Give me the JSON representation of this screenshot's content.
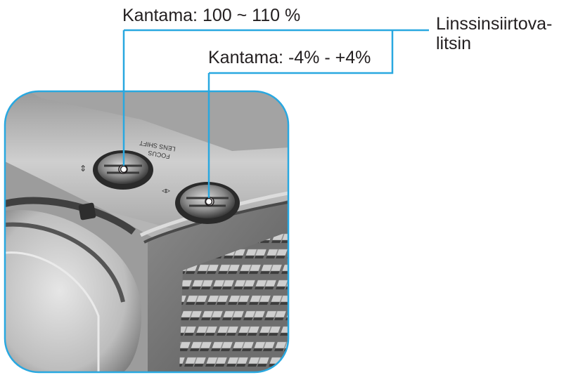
{
  "labels": {
    "zoom_range": "Kantama: 100 ~ 110 %",
    "shift_range": "Kantama: -4% - +4%",
    "lens_shift_line1": "Linssinsiirtova-",
    "lens_shift_line2": "litsin"
  },
  "printed_markings": {
    "focus": "FOCUS",
    "lens_shift": "LENS SHIFT"
  },
  "colors": {
    "callout": "#29a8e0",
    "text": "#231f20"
  }
}
